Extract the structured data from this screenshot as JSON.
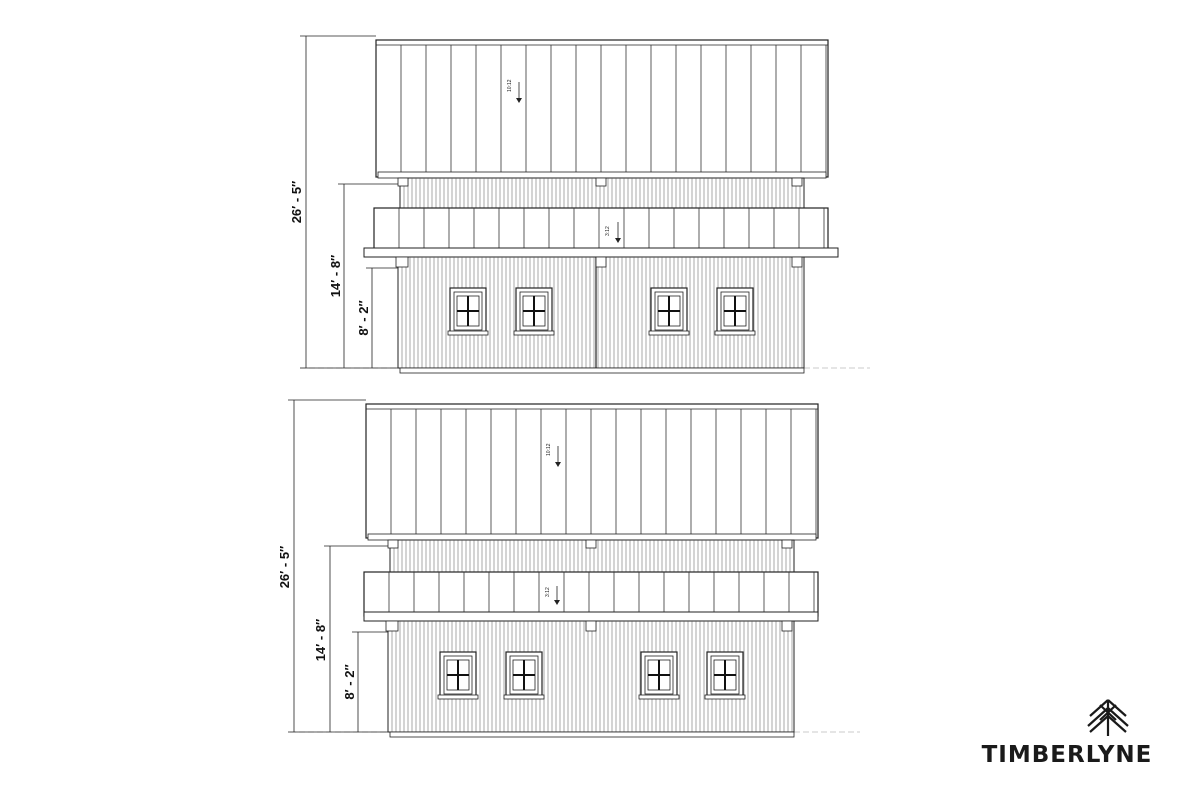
{
  "elevations": [
    {
      "name": "upper-elevation",
      "dimensions": {
        "overall": "26′ - 5″",
        "mid": "14′ - 8″",
        "wall": "8′ - 2″"
      },
      "pitches": {
        "main_roof": "10:12",
        "lower_roof": "3:12"
      }
    },
    {
      "name": "lower-elevation",
      "dimensions": {
        "overall": "26′ - 5″",
        "mid": "14′ - 8″",
        "wall": "8′ - 2″"
      },
      "pitches": {
        "main_roof": "10:12",
        "lower_roof": "3:12"
      }
    }
  ],
  "logo": {
    "text": "TIMBERLYNE",
    "icon": "tree-icon"
  },
  "colors": {
    "line": "#222222",
    "background": "#ffffff"
  }
}
